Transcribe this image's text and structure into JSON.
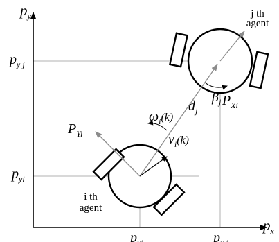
{
  "axes": {
    "y_axis_label": "p",
    "y_axis_label_sub": "y",
    "x_axis_label": "p",
    "x_axis_label_sub": "x"
  },
  "ticks": {
    "y_j": {
      "main": "p",
      "sub": "y j"
    },
    "y_i": {
      "main": "p",
      "sub": "yi"
    },
    "x_i": {
      "main": "p",
      "sub": "xi"
    },
    "x_j": {
      "main": "p",
      "sub": "x j"
    }
  },
  "agents": {
    "j": {
      "line1": "j th",
      "line2": "agent"
    },
    "i": {
      "line1": "i th",
      "line2": "agent"
    }
  },
  "vectors": {
    "omega": {
      "symbol": "ω",
      "sub": "i",
      "arg": "(k)"
    },
    "nu": {
      "symbol": "ν",
      "sub": "i",
      "arg": "(k)"
    },
    "d": {
      "symbol": "d",
      "sub": "j"
    },
    "beta": {
      "symbol": "β",
      "sub": "j"
    },
    "P_Xi": {
      "main": "P",
      "sub": "Xi"
    },
    "P_Yi": {
      "main": "P",
      "sub": "Yi"
    }
  },
  "colors": {
    "line": "#000000",
    "guide": "#b0b0b0",
    "arrow_gray": "#8c8c8c"
  }
}
